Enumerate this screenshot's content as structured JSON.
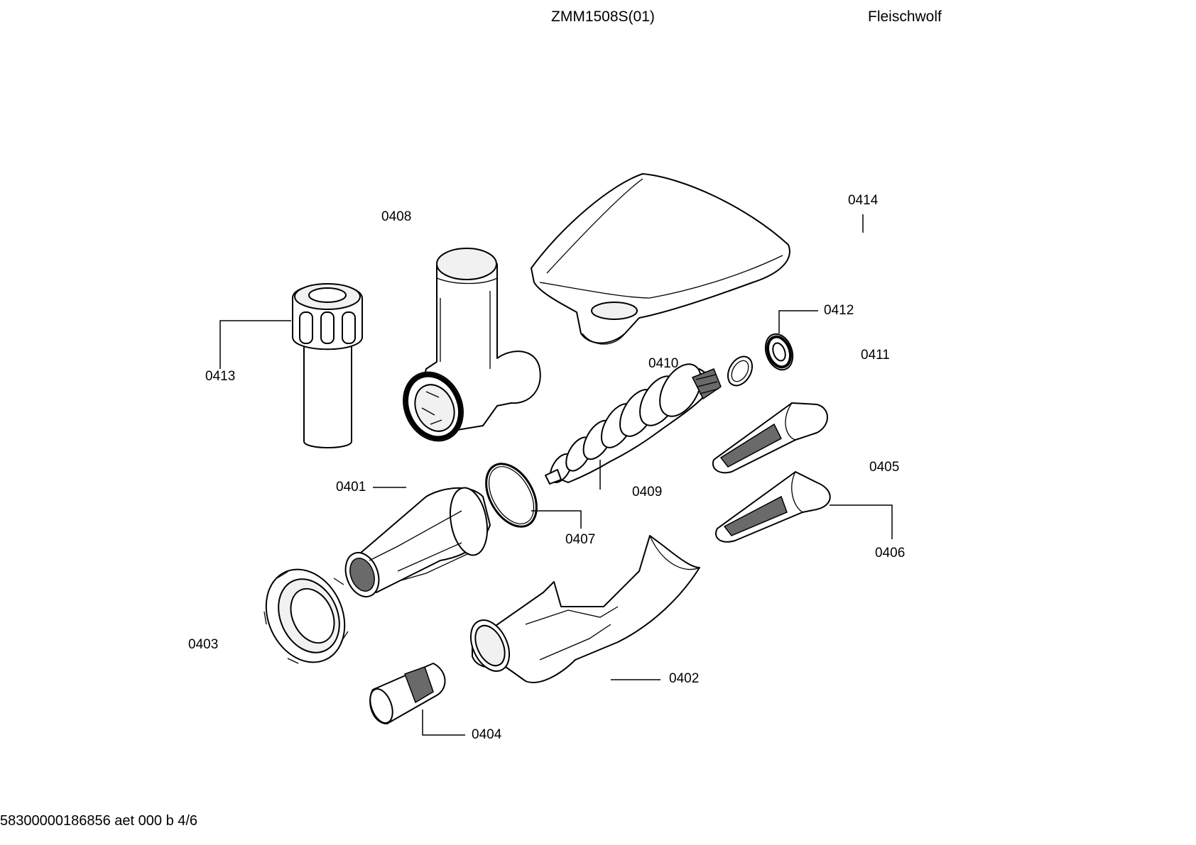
{
  "header": {
    "model": "ZMM1508S(01)",
    "title": "Fleischwolf"
  },
  "footer": {
    "doc_ref": "58300000186856 aet 000 b 4/6"
  },
  "parts": [
    {
      "id": "0401"
    },
    {
      "id": "0402"
    },
    {
      "id": "0403"
    },
    {
      "id": "0404"
    },
    {
      "id": "0405"
    },
    {
      "id": "0406"
    },
    {
      "id": "0407"
    },
    {
      "id": "0408"
    },
    {
      "id": "0409"
    },
    {
      "id": "0410"
    },
    {
      "id": "0411"
    },
    {
      "id": "0412"
    },
    {
      "id": "0413"
    },
    {
      "id": "0414"
    }
  ]
}
